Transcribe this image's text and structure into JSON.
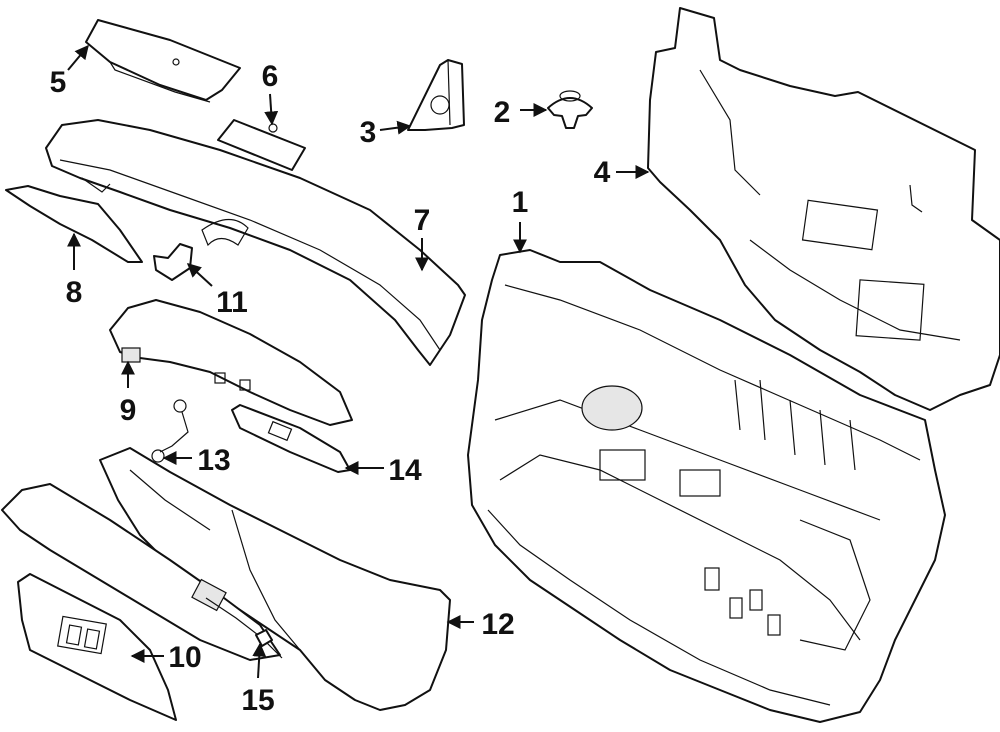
{
  "callouts": [
    {
      "id": "1",
      "label": "1"
    },
    {
      "id": "2",
      "label": "2"
    },
    {
      "id": "3",
      "label": "3"
    },
    {
      "id": "4",
      "label": "4"
    },
    {
      "id": "5",
      "label": "5"
    },
    {
      "id": "6",
      "label": "6"
    },
    {
      "id": "7",
      "label": "7"
    },
    {
      "id": "8",
      "label": "8"
    },
    {
      "id": "9",
      "label": "9"
    },
    {
      "id": "10",
      "label": "10"
    },
    {
      "id": "11",
      "label": "11"
    },
    {
      "id": "12",
      "label": "12"
    },
    {
      "id": "13",
      "label": "13"
    },
    {
      "id": "14",
      "label": "14"
    },
    {
      "id": "15",
      "label": "15"
    }
  ],
  "colors": {
    "line": "#111111",
    "fill": "#ffffff",
    "shade": "#e6e6e6"
  }
}
